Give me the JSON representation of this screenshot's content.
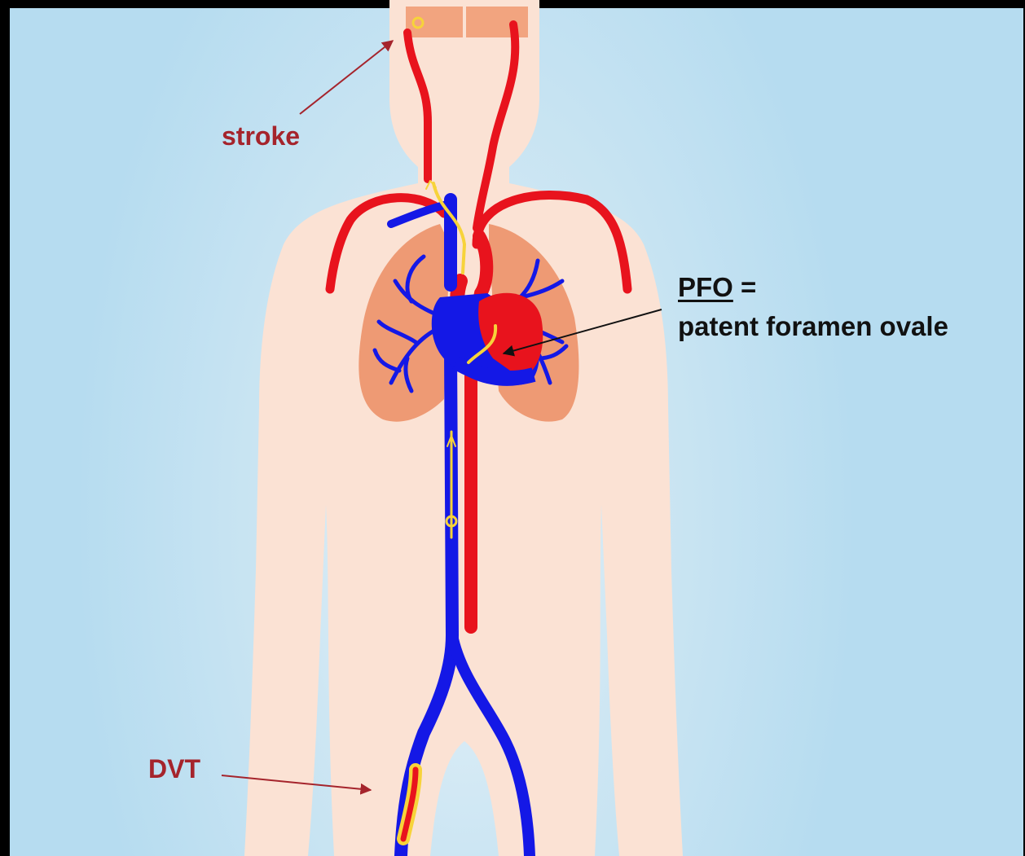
{
  "labels": {
    "stroke": "stroke",
    "dvt": "DVT",
    "pfo_abbr": "PFO",
    "pfo_eq": " =",
    "pfo_full": "patent foramen ovale"
  },
  "colors": {
    "background": "#b6dcf0",
    "skin": "#fbe2d4",
    "lung": "#ee9a74",
    "artery": "#e8131d",
    "vein": "#1418e6",
    "clot": "#f7d33a",
    "label_red": "#a5242c",
    "label_black": "#111111"
  }
}
